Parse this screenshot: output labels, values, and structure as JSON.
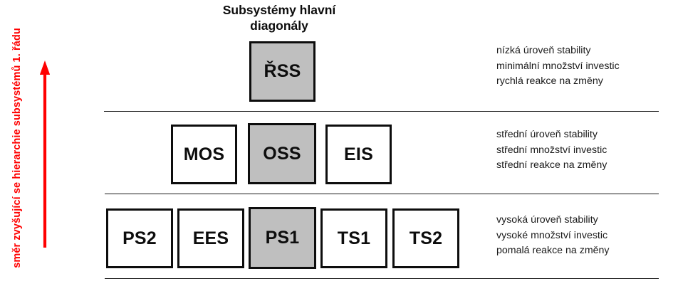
{
  "diagram": {
    "title": "Subsystémy hlavní\ndiagonály",
    "axis": {
      "label": "směr zvyšující se hierarchie subsystémů 1. řádu",
      "arrow_icon": "up-arrow-icon",
      "color": "#FF0000",
      "direction": "up"
    },
    "colors": {
      "box_fill_highlight": "#BFBFBF",
      "box_fill_default": "#FFFFFF",
      "box_border": "#0D0D0D",
      "divider": "#1A1A1A",
      "text": "#0D0D0D",
      "accent_red": "#FF0000"
    },
    "levels": [
      {
        "name": "level-1-rss",
        "boxes": [
          {
            "label": "ŘSS",
            "highlighted": true
          }
        ],
        "description": "nízká  úroveň stability\nminimální množství investic\nrychlá reakce na změny"
      },
      {
        "name": "level-2-oss",
        "boxes": [
          {
            "label": "MOS",
            "highlighted": false
          },
          {
            "label": "OSS",
            "highlighted": true
          },
          {
            "label": "EIS",
            "highlighted": false
          }
        ],
        "description": "střední úroveň stability\nstřední množství investic\nstřední reakce na změny"
      },
      {
        "name": "level-3-ps",
        "boxes": [
          {
            "label": "PS2",
            "highlighted": false
          },
          {
            "label": "EES",
            "highlighted": false
          },
          {
            "label": "PS1",
            "highlighted": true
          },
          {
            "label": "TS1",
            "highlighted": false
          },
          {
            "label": "TS2",
            "highlighted": false
          }
        ],
        "description": "vysoká úroveň stability\nvysoké množství investic\npomalá reakce na změny"
      }
    ]
  }
}
